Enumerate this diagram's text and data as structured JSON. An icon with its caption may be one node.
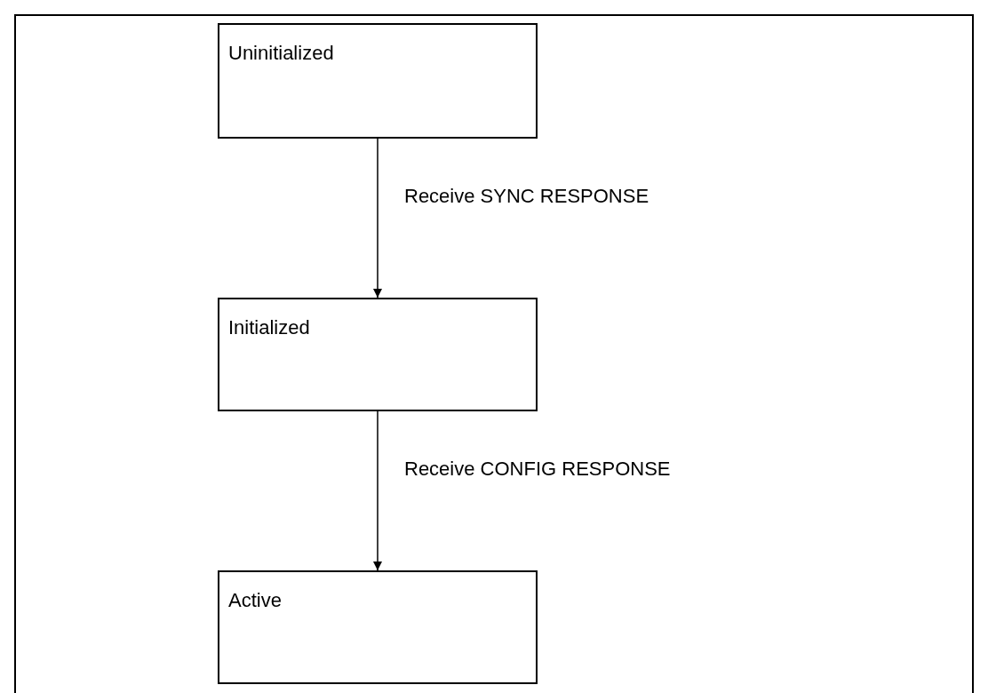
{
  "diagram": {
    "nodes": [
      {
        "text": [
          "Uninitialized"
        ]
      },
      {
        "text": [
          "Initialized"
        ]
      },
      {
        "text": [
          "Active"
        ]
      }
    ],
    "edges": [
      {
        "from": 0,
        "to": 1,
        "arrow": "to",
        "label": "Receive SYNC RESPONSE"
      },
      {
        "from": 1,
        "to": 2,
        "arrow": "to",
        "label": "Receive CONFIG RESPONSE"
      }
    ]
  }
}
